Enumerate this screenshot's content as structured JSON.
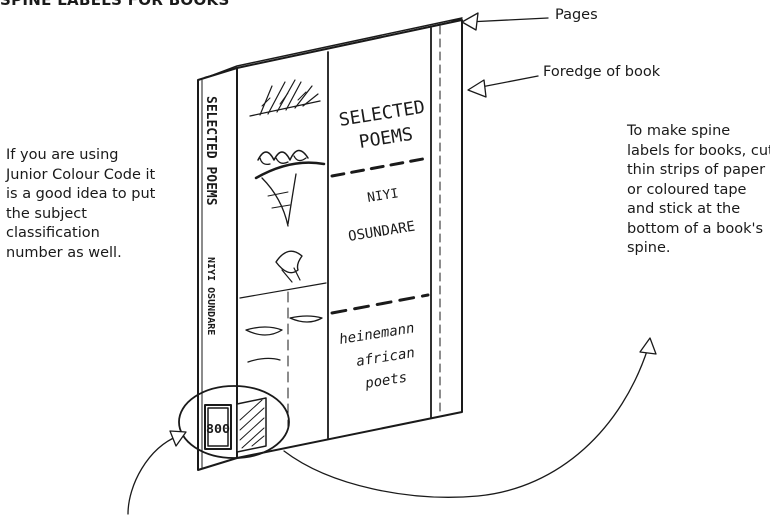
{
  "title": "SPINE LABELS FOR BOOKS",
  "callouts": {
    "pages": "Pages",
    "foredge": "Foredge of book",
    "left_note": "If you are using Junior Colour Code it is a good idea to put the subject classification number as well.",
    "right_note": "To make spine labels for books, cut thin strips of paper or coloured tape and stick at the bottom of a book's spine."
  },
  "book": {
    "spine_title": "SELECTED POEMS",
    "spine_author": "NIYI OSUNDARE",
    "label_number": "800",
    "cover_title_line1": "SELECTED",
    "cover_title_line2": "POEMS",
    "cover_author_line1": "NIYI",
    "cover_author_line2": "OSUNDARE",
    "series_line1": "heinemann",
    "series_line2": "african",
    "series_line3": "poets"
  }
}
